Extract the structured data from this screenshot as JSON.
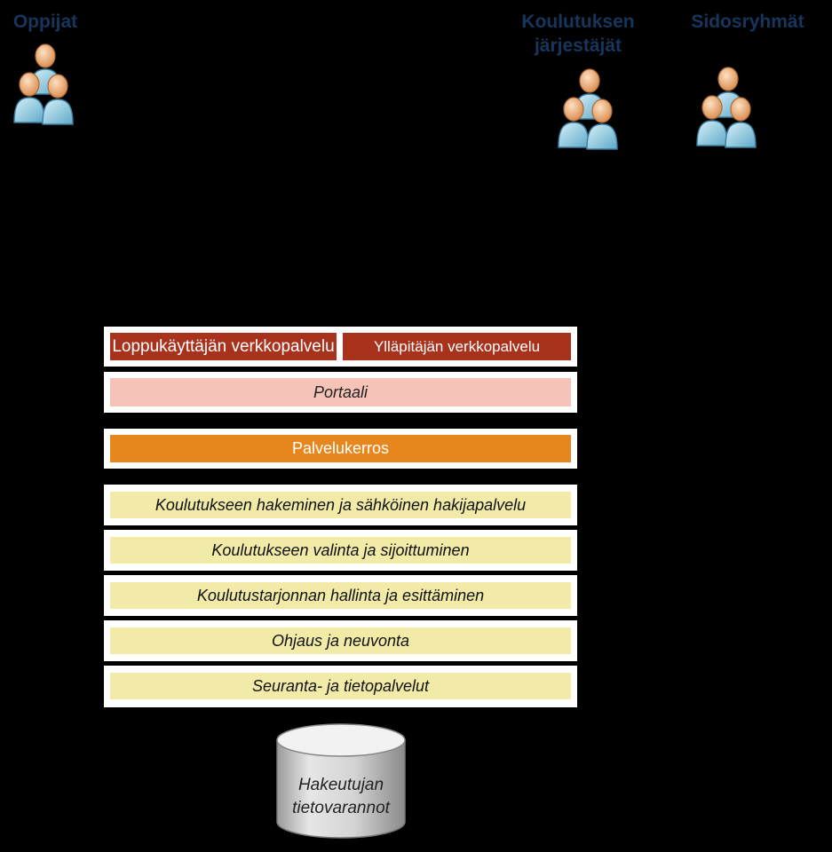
{
  "actors": {
    "learners": {
      "label": "Oppijat",
      "icon": "users-group-icon"
    },
    "providers": {
      "label_line1": "Koulutuksen",
      "label_line2": "järjestäjät",
      "icon": "users-group-icon"
    },
    "stakeholders": {
      "label": "Sidosryhmät",
      "icon": "users-group-icon"
    }
  },
  "layers": {
    "enduser_service": "Loppukäyttäjän verkkopalvelu",
    "admin_service": "Ylläpitäjän verkkopalvelu",
    "portal": "Portaali",
    "service_layer": "Palvelukerros",
    "modules": [
      "Koulutukseen hakeminen ja sähköinen hakijapalvelu",
      "Koulutukseen valinta ja sijoittuminen",
      "Koulutustarjonnan hallinta ja esittäminen",
      "Ohjaus ja neuvonta",
      "Seuranta- ja tietopalvelut"
    ]
  },
  "database": {
    "line1": "Hakeutujan",
    "line2": "tietovarannot",
    "icon": "database-cylinder-icon"
  },
  "colors": {
    "background": "#000000",
    "actor_label": "#17365d",
    "web_service": "#a8321c",
    "portal": "#f5c3b8",
    "service_layer": "#e8861e",
    "module": "#f2eba7",
    "person_skin": "#f4b67f",
    "person_shirt": "#9fd3e8"
  }
}
